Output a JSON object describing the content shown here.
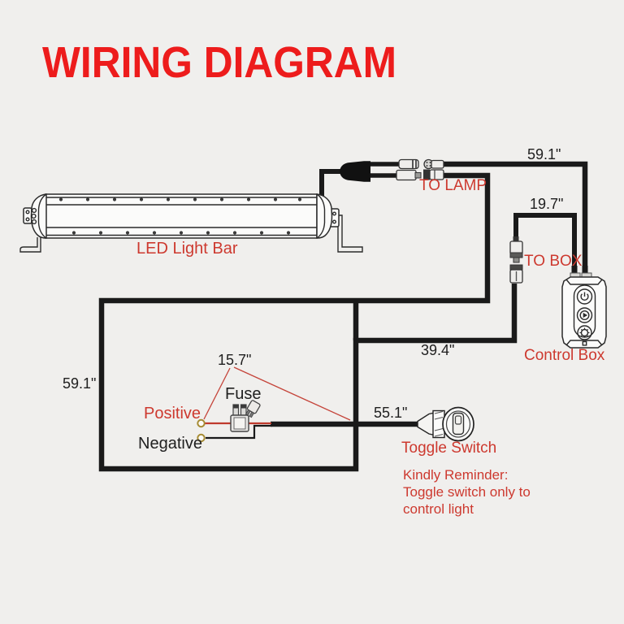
{
  "title": {
    "text": "WIRING DIAGRAM"
  },
  "labels": {
    "led_bar": "LED Light Bar",
    "to_lamp": "TO LAMP",
    "to_box": "TO BOX",
    "control_box": "Control Box",
    "toggle_switch": "Toggle Switch",
    "fuse": "Fuse",
    "positive": "Positive",
    "negative": "Negative"
  },
  "measurements": {
    "lamp_lead": "59.1\"",
    "box_lead": "19.7\"",
    "extension": "39.4\"",
    "main_loop": "59.1\"",
    "battery_leads": "15.7\"",
    "switch_lead": "55.1\""
  },
  "reminder": {
    "title": "Kindly Reminder:",
    "line2": "Toggle switch only to",
    "line3": "control light"
  },
  "icons": {
    "power_button": "power-icon",
    "mode_button": "play-icon",
    "strobe_button": "strobe-icon"
  },
  "colors": {
    "title_red": "#ed1c1c",
    "label_red": "#cd392f",
    "wire_black": "#1a1a1a",
    "background": "#f0efed",
    "terminal_gold": "#a68b33"
  }
}
